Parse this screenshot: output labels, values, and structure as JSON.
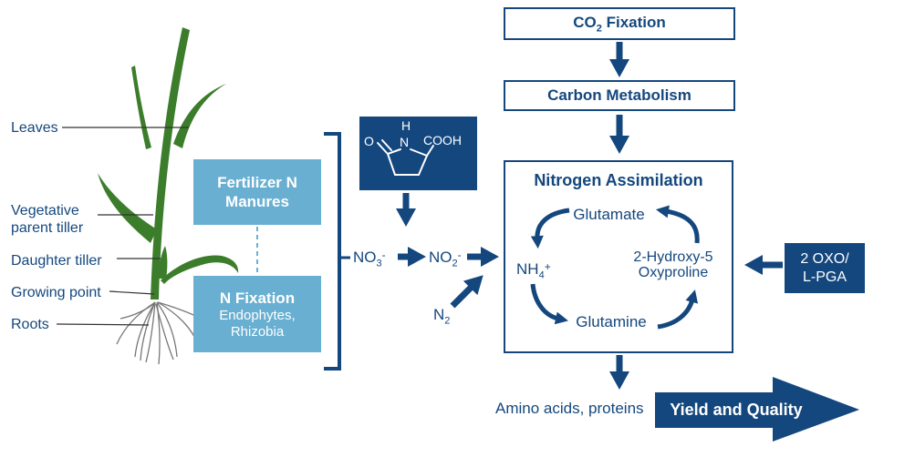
{
  "colors": {
    "navy": "#14477e",
    "light_blue": "#68afd1",
    "green": "#3b7d2a",
    "root_gray": "#777777",
    "line_dark": "#333333"
  },
  "plant": {
    "leaves": "Leaves",
    "vegetative_line1": "Vegetative",
    "vegetative_line2": "parent tiller",
    "daughter": "Daughter tiller",
    "growing_point": "Growing point",
    "roots": "Roots"
  },
  "inputs": {
    "fertilizer_line1": "Fertilizer N",
    "fertilizer_line2": "Manures",
    "fixation_title": "N Fixation",
    "fixation_line1": "Endophytes,",
    "fixation_line2": "Rhizobia"
  },
  "molecule": {
    "o": "O",
    "h": "H",
    "n": "N",
    "cooh": "COOH"
  },
  "pathway": {
    "no3_base": "NO",
    "no3_sub": "3",
    "no3_sign": "-",
    "no2_base": "NO",
    "no2_sub": "2",
    "no2_sign": "-",
    "n2_base": "N",
    "n2_sub": "2"
  },
  "flow": {
    "co2_base": "CO",
    "co2_sub": "2",
    "co2_rest": " Fixation",
    "carbon": "Carbon Metabolism",
    "nitrogen_title": "Nitrogen Assimilation"
  },
  "cycle": {
    "glutamate": "Glutamate",
    "nh4_base": "NH",
    "nh4_sub": "4",
    "nh4_sign": "+",
    "hydroxy_line1": "2-Hydroxy-5",
    "hydroxy_line2": "Oxyproline",
    "glutamine": "Glutamine"
  },
  "oxo": {
    "line1": "2 OXO/",
    "line2": "L-PGA"
  },
  "outputs": {
    "amino": "Amino acids, proteins",
    "yield": "Yield and Quality"
  }
}
